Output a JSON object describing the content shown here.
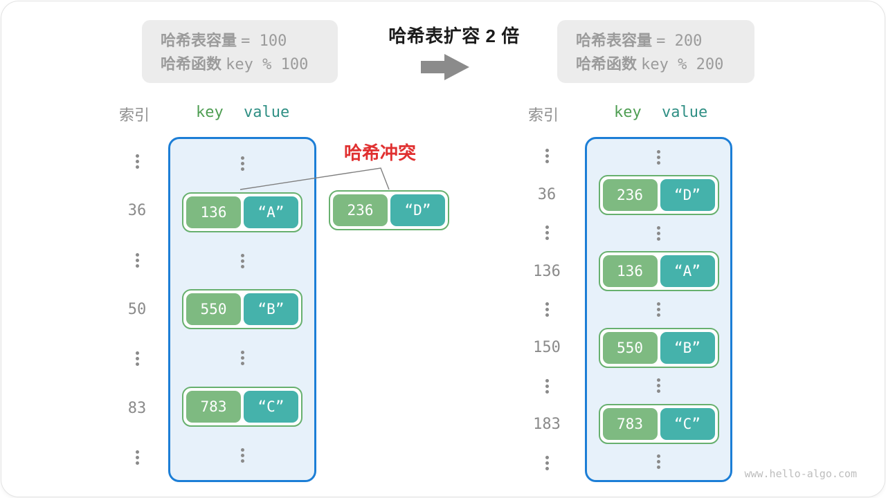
{
  "page": {
    "watermark": "www.hello-algo.com"
  },
  "colors": {
    "blue": "#1c7ed6",
    "light_blue": "#e7f1fa",
    "key_green": "#7eba81",
    "value_teal": "#45b2ab",
    "pair_border": "#67b06e",
    "header_key_green": "#4f9e53",
    "header_value_teal": "#2f8f84",
    "collision_red": "#e03030",
    "text_gray": "#9b9b9b",
    "box_gray": "#ececec",
    "dot_gray": "#8a8a8a",
    "arrow_gray": "#8b8b8b"
  },
  "header": {
    "title": "哈希表扩容 2 倍",
    "left_box": {
      "line1_label": "哈希表容量",
      "line1_value": "= 100",
      "line2_label": "哈希函数",
      "line2_value": "key % 100"
    },
    "right_box": {
      "line1_label": "哈希表容量",
      "line1_value": "= 200",
      "line2_label": "哈希函数",
      "line2_value": "key % 200"
    }
  },
  "collision": {
    "label": "哈希冲突",
    "pair": {
      "key": "236",
      "value": "“D”"
    }
  },
  "tables": {
    "left": {
      "index_header": "索引",
      "key_header": "key",
      "value_header": "value",
      "rows": [
        {
          "type": "dots"
        },
        {
          "type": "pair",
          "index": "36",
          "key": "136",
          "value": "“A”"
        },
        {
          "type": "dots"
        },
        {
          "type": "pair",
          "index": "50",
          "key": "550",
          "value": "“B”"
        },
        {
          "type": "dots"
        },
        {
          "type": "pair",
          "index": "83",
          "key": "783",
          "value": "“C”"
        },
        {
          "type": "dots"
        }
      ]
    },
    "right": {
      "index_header": "索引",
      "key_header": "key",
      "value_header": "value",
      "rows": [
        {
          "type": "dots"
        },
        {
          "type": "pair",
          "index": "36",
          "key": "236",
          "value": "“D”"
        },
        {
          "type": "dots"
        },
        {
          "type": "pair",
          "index": "136",
          "key": "136",
          "value": "“A”"
        },
        {
          "type": "dots"
        },
        {
          "type": "pair",
          "index": "150",
          "key": "550",
          "value": "“B”"
        },
        {
          "type": "dots"
        },
        {
          "type": "pair",
          "index": "183",
          "key": "783",
          "value": "“C”"
        },
        {
          "type": "dots"
        }
      ]
    }
  }
}
